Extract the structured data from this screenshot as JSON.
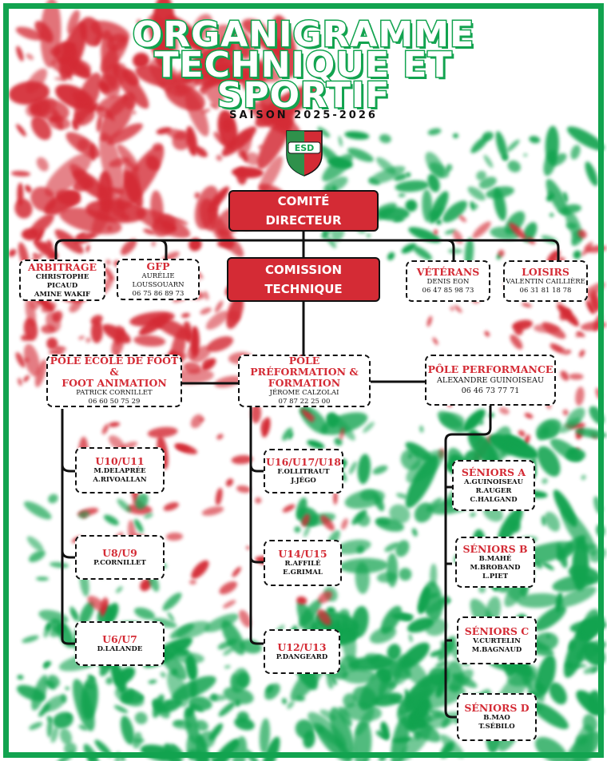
{
  "title": {
    "line1": "ORGANIGRAMME",
    "line2": "TECHNIQUE ET",
    "line3": "SPORTIF"
  },
  "season": "SAISON 2025-2026",
  "colors": {
    "green": "#12a34f",
    "red": "#d42b35",
    "ink": "#111111"
  },
  "logo": {
    "icon": "club-crest-icon",
    "text": "ESD"
  },
  "comite": {
    "line1": "COMITÉ",
    "line2": "DIRECTEUR"
  },
  "commission": {
    "line1": "COMISSION",
    "line2": "TECHNIQUE"
  },
  "arbitrage": {
    "title": "ARBITRAGE",
    "people": [
      "CHRISTOPHE PICAUD",
      "AMINE WAKIF"
    ]
  },
  "gfp": {
    "title": "GFP",
    "person": "AURÉLIE LOUSSOUARN",
    "phone": "06 75 86 89 73"
  },
  "veterans": {
    "title": "VÉTÉRANS",
    "person": "DENIS EON",
    "phone": "06 47 85 98 73"
  },
  "loisirs": {
    "title": "LOISIRS",
    "person": "VALENTIN CAILLIÈRE",
    "phone": "06 31 81 18 78"
  },
  "pole_ecole": {
    "title1": "PÔLE ÉCOLE DE FOOT &",
    "title2": "FOOT ANIMATION",
    "person": "PATRICK CORNILLET",
    "phone": "06 60 50 75 29"
  },
  "pole_preformation": {
    "title1": "PÔLE PRÉFORMATION &",
    "title2": "FORMATION",
    "person": "JÉROME CALZOLAI",
    "phone": "07 87 22 25 00"
  },
  "pole_performance": {
    "title1": "PÔLE PERFORMANCE",
    "person": "ALEXANDRE GUINOISEAU",
    "phone": "06 46 73 77 71"
  },
  "u10": {
    "title": "U10/U11",
    "people": [
      "M.DELAPRÉE",
      "A.RIVOALLAN"
    ]
  },
  "u8": {
    "title": "U8/U9",
    "people": [
      "P.CORNILLET"
    ]
  },
  "u6": {
    "title": "U6/U7",
    "people": [
      "D.LALANDE"
    ]
  },
  "u16": {
    "title": "U16/U17/U18",
    "people": [
      "F.OLLITRAUT",
      "J.JÉGO"
    ]
  },
  "u14": {
    "title": "U14/U15",
    "people": [
      "R.AFFILÉ",
      "E.GRIMAL"
    ]
  },
  "u12": {
    "title": "U12/U13",
    "people": [
      "P.DANGEARD"
    ]
  },
  "seniors_a": {
    "title": "SÉNIORS A",
    "people": [
      "A.GUINOISEAU",
      "R.AUGER",
      "C.HALGAND"
    ]
  },
  "seniors_b": {
    "title": "SÉNIORS B",
    "people": [
      "B.MAHÉ",
      "M.BROBAND",
      "L.PIET"
    ]
  },
  "seniors_c": {
    "title": "SÉNIORS C",
    "people": [
      "V.CURTELIN",
      "M.BAGNAUD"
    ]
  },
  "seniors_d": {
    "title": "SÉNIORS D",
    "people": [
      "B.MAO",
      "T.SÉBILO"
    ]
  }
}
